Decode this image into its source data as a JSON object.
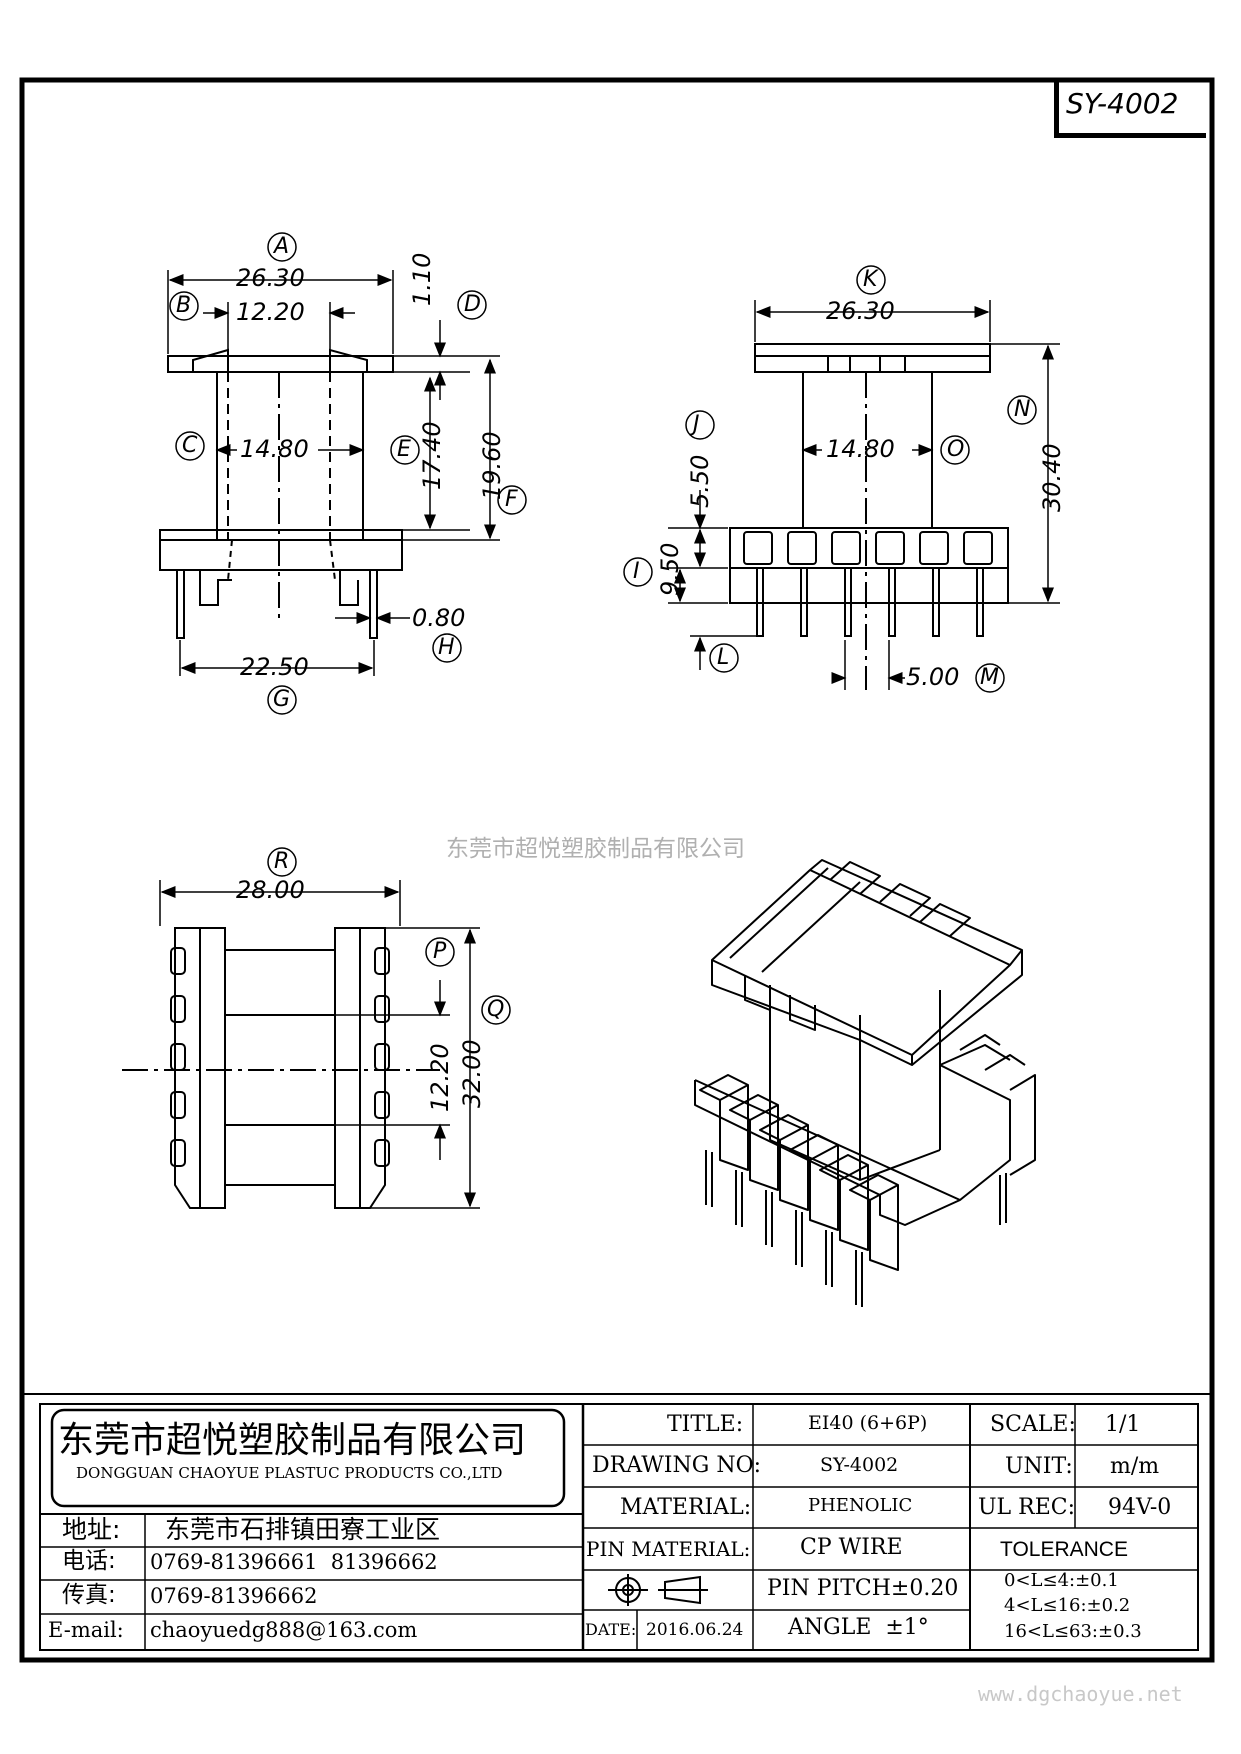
{
  "drawing_id": "SY-4002",
  "watermark": "东莞市超悦塑胶制品有限公司",
  "website": "www.dgchaoyue.net",
  "dimensions": {
    "front": {
      "A": "26.30",
      "B": "12.20",
      "D": "1.10",
      "C": "14.80",
      "E": "17.40",
      "F": "19.60",
      "H": "0.80",
      "G": "22.50"
    },
    "side": {
      "K": "26.30",
      "J": "5.50",
      "O": "14.80",
      "N": "30.40",
      "I": "9.50",
      "M": "5.00"
    },
    "top": {
      "R": "28.00",
      "P": "12.20",
      "Q": "32.00"
    }
  },
  "labels": [
    "A",
    "B",
    "C",
    "D",
    "E",
    "F",
    "G",
    "H",
    "I",
    "J",
    "K",
    "L",
    "M",
    "N",
    "O",
    "P",
    "Q",
    "R"
  ],
  "title_block": {
    "company_cn": "东莞市超悦塑胶制品有限公司",
    "company_en": "DONGGUAN CHAOYUE PLASTUC PRODUCTS CO.,LTD",
    "address_label": "地址:",
    "address": "东莞市石排镇田寮工业区",
    "phone_label": "电话:",
    "phone": "0769-81396661  81396662",
    "fax_label": "传真:",
    "fax": "0769-81396662",
    "email_label": "E-mail:",
    "email": "chaoyuedg888@163.com",
    "title_label": "TITLE:",
    "title": "EI40 (6+6P)",
    "drawing_no_label": "DRAWING NO:",
    "drawing_no": "SY-4002",
    "material_label": "MATERIAL:",
    "material": "PHENOLIC",
    "pin_material_label": "PIN MATERIAL:",
    "pin_material": "CP WIRE",
    "pin_pitch": "PIN PITCH±0.20",
    "date_label": "DATE:",
    "date": "2016.06.24",
    "angle": "ANGLE  ±1°",
    "scale_label": "SCALE:",
    "scale": "1/1",
    "unit_label": "UNIT:",
    "unit": "m/m",
    "ul_label": "UL REC:",
    "ul": "94V-0",
    "tolerance_label": "TOLERANCE",
    "tolerance_lines": [
      "0<L≤4:±0.1",
      "4<L≤16:±0.2",
      "16<L≤63:±0.3"
    ]
  }
}
